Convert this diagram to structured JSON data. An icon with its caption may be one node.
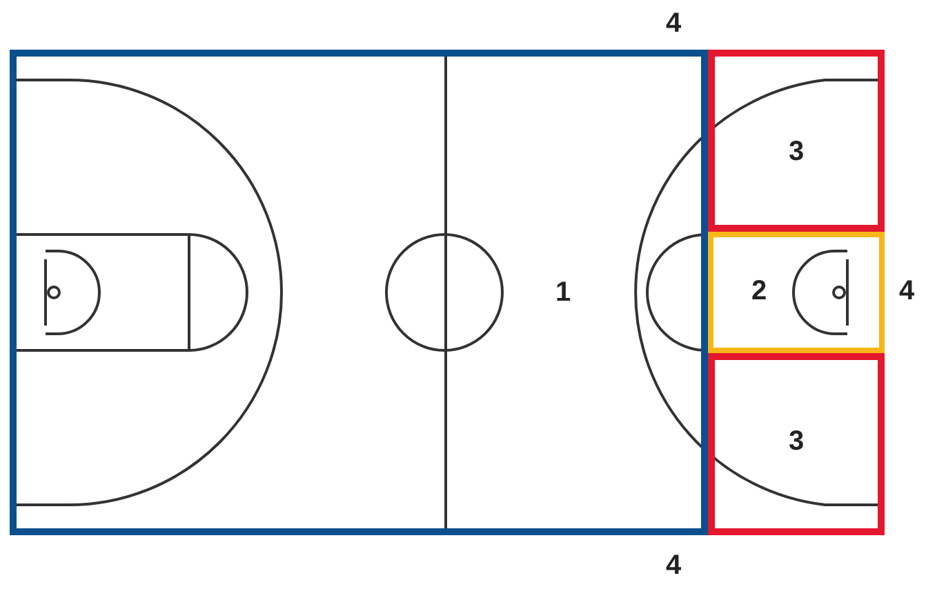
{
  "diagram": {
    "nodes": [
      {
        "text": [
          "1"
        ]
      },
      {
        "text": [
          "3"
        ]
      },
      {
        "text": [
          "2"
        ]
      },
      {
        "text": [
          "3"
        ]
      }
    ],
    "labels": [
      "4",
      "4",
      "4"
    ]
  }
}
